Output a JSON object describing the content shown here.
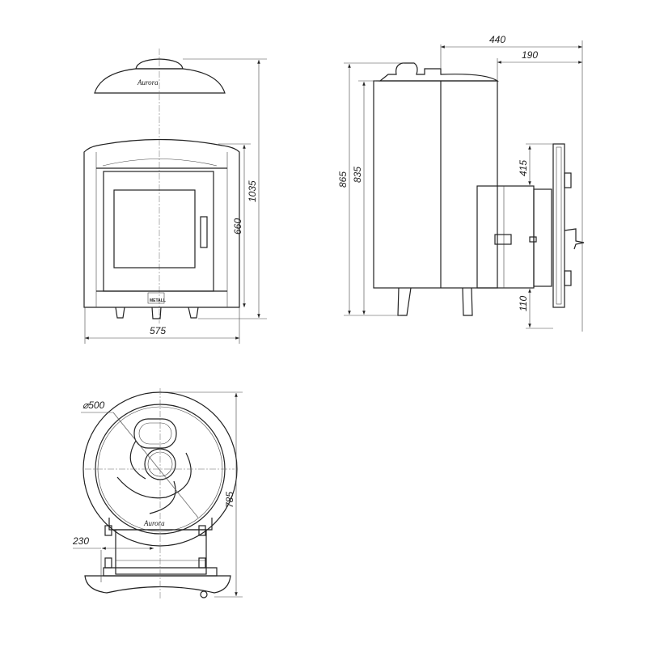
{
  "front_view": {
    "width_label": "575",
    "door_height_label": "660",
    "total_height_label": "1035",
    "logo_text": "Aurora",
    "badge_text": "METALL"
  },
  "side_view": {
    "depth_label": "440",
    "tunnel_label": "190",
    "height_label": "865",
    "body_height_label": "835",
    "tunnel_top_label": "415",
    "tunnel_bottom_label": "110"
  },
  "top_view": {
    "diameter_label": "⌀500",
    "length_label": "785",
    "offset_label": "230",
    "logo_text": "Aurora"
  }
}
